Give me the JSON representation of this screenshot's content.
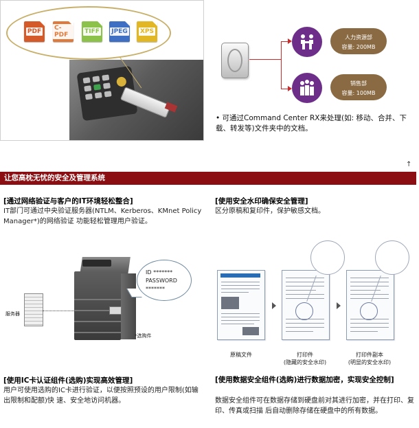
{
  "formats": [
    {
      "label": "PDF",
      "color": "#d45a2a"
    },
    {
      "label": "C-PDF",
      "color": "#e07a3a"
    },
    {
      "label": "TIFF",
      "color": "#8cc14a"
    },
    {
      "label": "JPEG",
      "color": "#3e6fc2"
    },
    {
      "label": "XPS",
      "color": "#e2b726"
    }
  ],
  "departments": [
    {
      "name": "人力资源部",
      "capacity": "容量: 200MB",
      "icon": "handshake-icon"
    },
    {
      "name": "销售部",
      "capacity": "容量: 100MB",
      "icon": "group-icon"
    }
  ],
  "command_center_text": "• 可通过Command Center RX来处理(如: 移动、合并、下载、转发等)文件夹中的文档。",
  "up_arrow": "↑",
  "banner": {
    "title": "让您高枕无忧的安全及管理系统",
    "color": "#8b0f12"
  },
  "sections": {
    "network_auth": {
      "title": "[通过网络验证与客户的IT环境轻松整合]",
      "body": "IT部门可通过中央验证服务器(NTLM、Kerberos、KMnet Policy Manager*)的网络验证 功能轻松管理用户验证。"
    },
    "watermark": {
      "title": "[使用安全水印确保安全管理]",
      "body": "区分原稿和复印件，保护敏感文档。"
    },
    "ic_card": {
      "title": "[使用IC卡认证组件(选购)实现高效管理]",
      "body": "用户可使用选购的IC卡进行验证，以便按照预设的用户限制(如输出限制和配额)快 速、安全地访问机器。"
    },
    "data_security": {
      "title": "[使用数据安全组件(选购)进行数据加密，实现安全控制]",
      "body": "数据安全组件可在数据存储到硬盘前对其进行加密，并在打印、复印、传真或扫描 后自动删除存储在硬盘中的所有数据。"
    }
  },
  "auth_illustration": {
    "server_label": "服务器",
    "id_line": "ID *******",
    "password_label": "PASSWORD",
    "password_mask": "*******",
    "option_label": "*选购件"
  },
  "watermark_illustration": {
    "original_label": "原稿文件",
    "print_label": "打印件",
    "print_sub": "(隐藏的安全水印)",
    "copy_label": "打印件副本",
    "copy_sub": "(明显的安全水印)"
  }
}
